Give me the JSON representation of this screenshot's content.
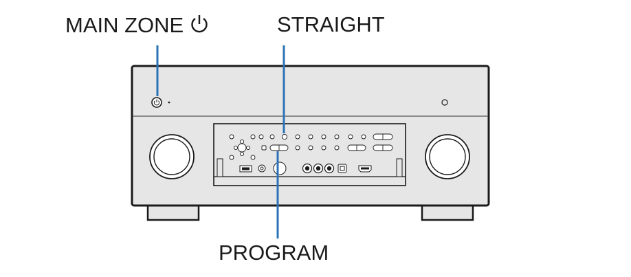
{
  "callouts": {
    "main_zone": "MAIN ZONE",
    "straight": "STRAIGHT",
    "program": "PROGRAM"
  },
  "icons": {
    "main_zone_symbol": "power-icon",
    "left_knob": "input-knob-icon",
    "right_knob": "volume-knob-icon"
  },
  "colors": {
    "leader_line": "#2b73b6",
    "panel_fill": "#e6e6e6",
    "outline": "#1a1a1a"
  }
}
